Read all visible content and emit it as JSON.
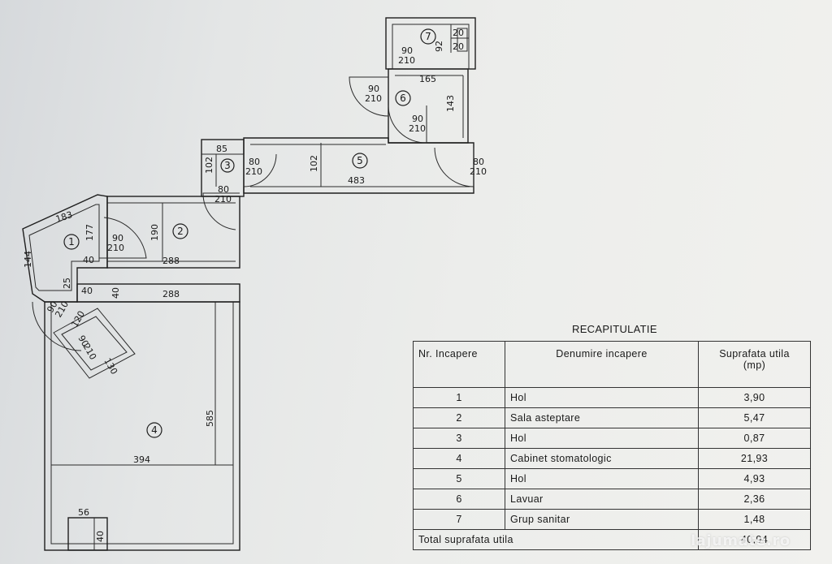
{
  "plan": {
    "rooms": [
      {
        "id": "1",
        "label": "1"
      },
      {
        "id": "2",
        "label": "2"
      },
      {
        "id": "3",
        "label": "3"
      },
      {
        "id": "4",
        "label": "4"
      },
      {
        "id": "5",
        "label": "5"
      },
      {
        "id": "6",
        "label": "6"
      },
      {
        "id": "7",
        "label": "7"
      }
    ],
    "dims": {
      "d183": "183",
      "d144": "144",
      "d177": "177",
      "d190": "190",
      "d288a": "288",
      "d288b": "288",
      "d40a": "40",
      "d40b": "40",
      "d40c": "40",
      "d25": "25",
      "d120": "120",
      "d130": "130",
      "d585": "585",
      "d394": "394",
      "d56": "56",
      "d40d": "40",
      "d85": "85",
      "d102a": "102",
      "d102b": "102",
      "d483": "483",
      "d165": "165",
      "d143": "143",
      "d92": "92",
      "d20a": "20",
      "d20b": "20"
    },
    "doors": {
      "door1": {
        "w": "90",
        "h": "210"
      },
      "door2": {
        "w": "90",
        "h": "210"
      },
      "door3": {
        "w": "80",
        "h": "210"
      },
      "door4": {
        "w": "80",
        "h": "210"
      },
      "door5": {
        "w": "80",
        "h": "210"
      },
      "door6a": {
        "w": "90",
        "h": "210"
      },
      "door6b": {
        "w": "90",
        "h": "210"
      },
      "door7": {
        "w": "90",
        "h": "210"
      },
      "doorEntry": {
        "w": "90",
        "h": "210"
      }
    }
  },
  "recap": {
    "title": "RECAPITULATIE",
    "headers": {
      "nr": "Nr. Incapere",
      "name": "Denumire incapere",
      "area_line1": "Suprafata utila",
      "area_line2": "(mp)"
    },
    "rows": [
      {
        "nr": "1",
        "name": "Hol",
        "area": "3,90"
      },
      {
        "nr": "2",
        "name": "Sala asteptare",
        "area": "5,47"
      },
      {
        "nr": "3",
        "name": "Hol",
        "area": "0,87"
      },
      {
        "nr": "4",
        "name": "Cabinet stomatologic",
        "area": "21,93"
      },
      {
        "nr": "5",
        "name": "Hol",
        "area": "4,93"
      },
      {
        "nr": "6",
        "name": "Lavuar",
        "area": "2,36"
      },
      {
        "nr": "7",
        "name": "Grup sanitar",
        "area": "1,48"
      }
    ],
    "total_label": "Total suprafata utila",
    "total_value": "40,94"
  },
  "watermark": "lajumate.ro"
}
